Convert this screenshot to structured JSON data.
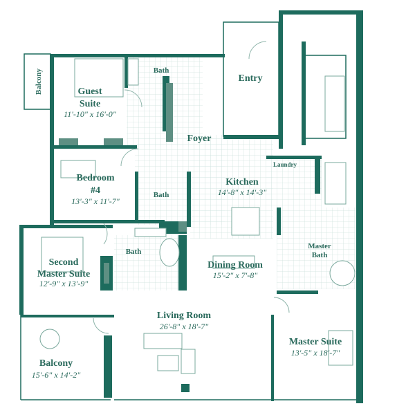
{
  "rooms": {
    "balcony_small": {
      "name": "Balcony"
    },
    "guest_suite": {
      "name_line1": "Guest",
      "name_line2": "Suite",
      "dims": "11'-10\" x 16'-0\""
    },
    "guest_bath": {
      "name": "Bath"
    },
    "entry": {
      "name": "Entry"
    },
    "foyer": {
      "name": "Foyer"
    },
    "bedroom4": {
      "name_line1": "Bedroom",
      "name_line2": "#4",
      "dims": "13'-3\" x 11'-7\""
    },
    "bath2": {
      "name": "Bath"
    },
    "kitchen": {
      "name": "Kitchen",
      "dims": "14'-8\" x 14'-3\""
    },
    "laundry": {
      "name": "Laundry"
    },
    "second_master": {
      "name_line1": "Second",
      "name_line2": "Master Suite",
      "dims": "12'-9\" x 13'-9\""
    },
    "bath3": {
      "name": "Bath"
    },
    "dining": {
      "name": "Dining Room",
      "dims": "15'-2\" x 7'-8\""
    },
    "master_bath": {
      "name_line1": "Master",
      "name_line2": "Bath"
    },
    "living": {
      "name": "Living Room",
      "dims": "26'-8\" x 18'-7\""
    },
    "balcony_large": {
      "name": "Balcony",
      "dims": "15'-6\" x 14'-2\""
    },
    "master_suite": {
      "name": "Master Suite",
      "dims": "13'-5\" x 18'-7\""
    }
  },
  "colors": {
    "wall": "#1d6b5d",
    "text": "#2a6a5c",
    "tile": "#cfe3de"
  }
}
